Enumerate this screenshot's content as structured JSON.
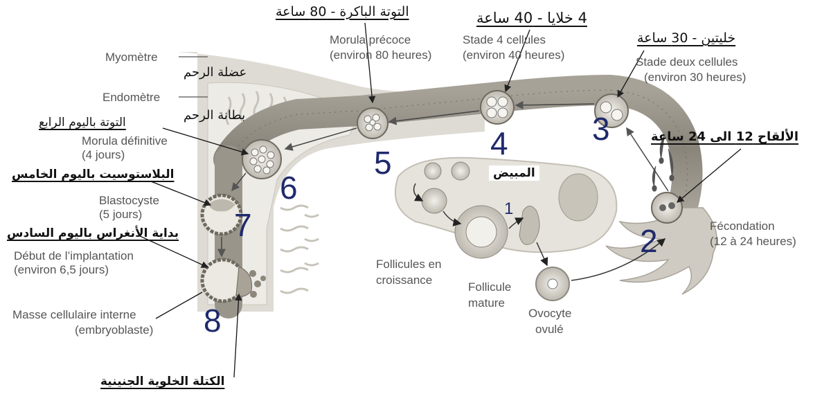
{
  "labels_fr": {
    "myometre": "Myomètre",
    "endometre": "Endomètre",
    "morula_definitive": "Morula définitive",
    "morula_definitive_time": "(4 jours)",
    "blastocyste": "Blastocyste",
    "blastocyste_time": "(5 jours)",
    "debut_implantation": "Début de l’implantation",
    "debut_implantation_time": "(environ 6,5 jours)",
    "masse_cellulaire": "Masse cellulaire interne",
    "masse_cellulaire_sub": "(embryoblaste)",
    "morula_precoce": "Morula précoce",
    "morula_precoce_time": "(environ 80 heures)",
    "stade_4": "Stade 4 cellules",
    "stade_4_time": "(environ 40 heures)",
    "stade_2": "Stade deux cellules",
    "stade_2_time": "(environ 30 heures)",
    "fecondation": "Fécondation",
    "fecondation_time": "(12 à 24 heures)",
    "follicules_croissance_1": "Follicules en",
    "follicules_croissance_2": "croissance",
    "follicule_mature_1": "Follicule",
    "follicule_mature_2": "mature",
    "ovocyte_1": "Ovocyte",
    "ovocyte_2": "ovulé"
  },
  "labels_ar": {
    "morula_80": "التوتة الباكرة - 80 ساعة",
    "four_cells": "4 خلايا - 40 ساعة",
    "two_cells": "خليتين - 30 ساعة",
    "fecondation": "الألقاح 12 الى 24 ساعة",
    "myometre": "عضلة الرحم",
    "endometre": "بطانة الرحم",
    "morula_day4": "التوتة باليوم الرابع",
    "blastocyst_day5": "البلاستوسيت باليوم الخامس",
    "implantation_day6": "بداية الأنغراس باليوم السادس",
    "inner_mass": "الكتلة الخلوية الجنينية",
    "ovary": "المبيض"
  },
  "stage_numbers": [
    "1",
    "2",
    "3",
    "4",
    "5",
    "6",
    "7",
    "8"
  ],
  "colors": {
    "tissue": "#d9d6cf",
    "tissue_dark": "#bdb9b0",
    "tube": "#8f8a80",
    "tube_light": "#b7b2a8",
    "number": "#1f2a6b"
  }
}
